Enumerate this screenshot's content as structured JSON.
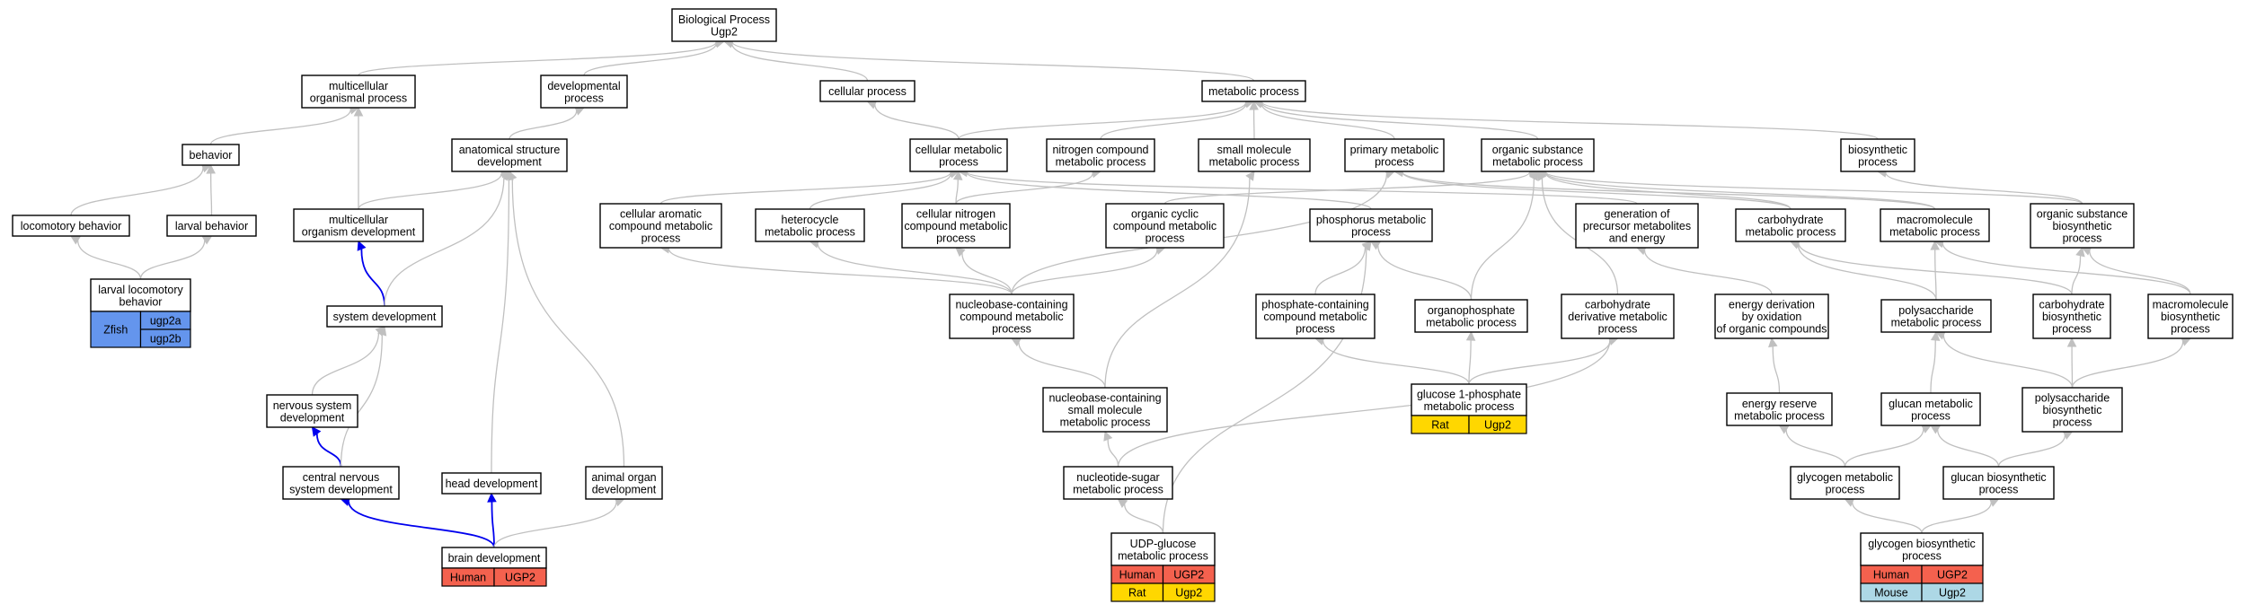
{
  "colors": {
    "human": "#f4614e",
    "rat": "#ffd700",
    "mouse": "#add8e6",
    "zfish": "#6495ed",
    "edge": "#c0c0c0",
    "ortholog_edge": "#0000ee"
  },
  "nodes": {
    "root": [
      "Biological Process",
      "Ugp2"
    ],
    "multicellular_organismal": [
      "multicellular",
      "organismal process"
    ],
    "developmental": [
      "developmental",
      "process"
    ],
    "cellular_process": [
      "cellular process"
    ],
    "metabolic": [
      "metabolic process"
    ],
    "behavior": [
      "behavior"
    ],
    "anatomical": [
      "anatomical structure",
      "development"
    ],
    "cellular_metabolic": [
      "cellular metabolic",
      "process"
    ],
    "nitrogen_compound": [
      "nitrogen compound",
      "metabolic process"
    ],
    "small_molecule": [
      "small molecule",
      "metabolic process"
    ],
    "primary_metabolic": [
      "primary metabolic",
      "process"
    ],
    "organic_substance": [
      "organic substance",
      "metabolic process"
    ],
    "biosynthetic": [
      "biosynthetic",
      "process"
    ],
    "locomotory": [
      "locomotory behavior"
    ],
    "larval_behavior": [
      "larval behavior"
    ],
    "mco_development": [
      "multicellular",
      "organism development"
    ],
    "cellular_aromatic": [
      "cellular aromatic",
      "compound metabolic",
      "process"
    ],
    "heterocycle": [
      "heterocycle",
      "metabolic process"
    ],
    "cellular_nitrogen": [
      "cellular nitrogen",
      "compound metabolic",
      "process"
    ],
    "organic_cyclic": [
      "organic cyclic",
      "compound metabolic",
      "process"
    ],
    "phosphorus": [
      "phosphorus metabolic",
      "process"
    ],
    "generation_precursor": [
      "generation of",
      "precursor metabolites",
      "and energy"
    ],
    "carbohydrate_metabolic": [
      "carbohydrate",
      "metabolic process"
    ],
    "macromolecule_metabolic": [
      "macromolecule",
      "metabolic process"
    ],
    "organic_biosynthetic": [
      "organic substance",
      "biosynthetic",
      "process"
    ],
    "larval_locomotory": [
      "larval locomotory",
      "behavior"
    ],
    "system_development": [
      "system development"
    ],
    "nucleobase_compound": [
      "nucleobase-containing",
      "compound metabolic",
      "process"
    ],
    "phosphate_containing": [
      "phosphate-containing",
      "compound metabolic",
      "process"
    ],
    "organophosphate": [
      "organophosphate",
      "metabolic process"
    ],
    "carbohydrate_derivative": [
      "carbohydrate",
      "derivative metabolic",
      "process"
    ],
    "energy_derivation": [
      "energy derivation",
      "by oxidation",
      "of organic compounds"
    ],
    "polysaccharide_metabolic": [
      "polysaccharide",
      "metabolic process"
    ],
    "carbohydrate_biosynthetic": [
      "carbohydrate",
      "biosynthetic",
      "process"
    ],
    "macromolecule_biosynthetic": [
      "macromolecule",
      "biosynthetic",
      "process"
    ],
    "nervous_system": [
      "nervous system",
      "development"
    ],
    "nucleobase_small": [
      "nucleobase-containing",
      "small molecule",
      "metabolic process"
    ],
    "glucose_1_phosphate": [
      "glucose 1-phosphate",
      "metabolic process"
    ],
    "energy_reserve": [
      "energy reserve",
      "metabolic process"
    ],
    "glucan_metabolic": [
      "glucan metabolic",
      "process"
    ],
    "polysaccharide_biosynthetic": [
      "polysaccharide",
      "biosynthetic",
      "process"
    ],
    "cns": [
      "central nervous",
      "system development"
    ],
    "head_development": [
      "head development"
    ],
    "animal_organ": [
      "animal organ",
      "development"
    ],
    "nucleotide_sugar": [
      "nucleotide-sugar",
      "metabolic process"
    ],
    "glycogen_metabolic": [
      "glycogen metabolic",
      "process"
    ],
    "glucan_biosynthetic": [
      "glucan biosynthetic",
      "process"
    ],
    "brain_development": [
      "brain development"
    ],
    "udp_glucose": [
      "UDP-glucose",
      "metabolic process"
    ],
    "glycogen_biosynthetic": [
      "glycogen biosynthetic",
      "process"
    ]
  },
  "species_tables": {
    "brain_development": [
      {
        "species": "Human",
        "gene": "UGP2",
        "color": "human"
      }
    ],
    "udp_glucose": [
      {
        "species": "Human",
        "gene": "UGP2",
        "color": "human"
      },
      {
        "species": "Rat",
        "gene": "Ugp2",
        "color": "rat"
      }
    ],
    "glucose_1_phosphate": [
      {
        "species": "Rat",
        "gene": "Ugp2",
        "color": "rat"
      }
    ],
    "glycogen_biosynthetic": [
      {
        "species": "Human",
        "gene": "UGP2",
        "color": "human"
      },
      {
        "species": "Mouse",
        "gene": "Ugp2",
        "color": "mouse"
      }
    ],
    "larval_locomotory": [
      {
        "species": "Zfish",
        "genes": [
          "ugp2a",
          "ugp2b"
        ],
        "color": "zfish"
      }
    ]
  }
}
